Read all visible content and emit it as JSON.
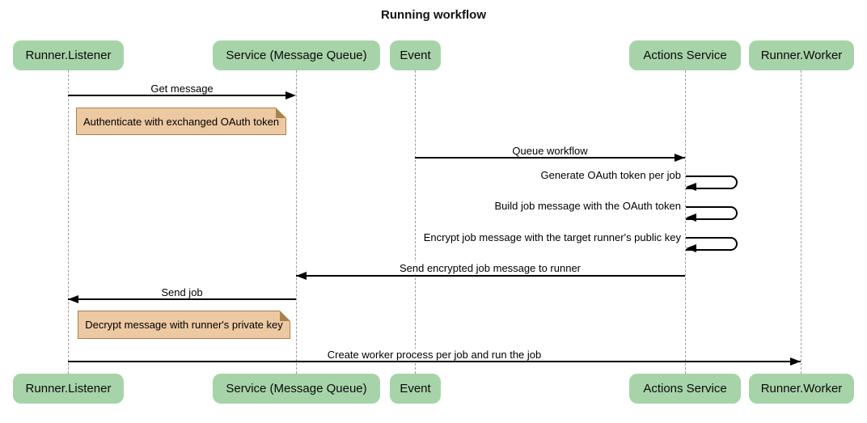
{
  "title": "Running workflow",
  "participants": [
    {
      "id": "runner-listener",
      "label": "Runner.Listener"
    },
    {
      "id": "service-mq",
      "label": "Service (Message Queue)"
    },
    {
      "id": "event",
      "label": "Event"
    },
    {
      "id": "actions-service",
      "label": "Actions Service"
    },
    {
      "id": "runner-worker",
      "label": "Runner.Worker"
    }
  ],
  "messages": {
    "get_message": {
      "label": "Get message",
      "from": "Runner.Listener",
      "to": "Service (Message Queue)"
    },
    "queue_workflow": {
      "label": "Queue workflow",
      "from": "Event",
      "to": "Actions Service"
    },
    "generate_token": {
      "label": "Generate OAuth token per job",
      "from": "Actions Service",
      "to": "Actions Service"
    },
    "build_job": {
      "label": "Build job message with the OAuth token",
      "from": "Actions Service",
      "to": "Actions Service"
    },
    "encrypt_job": {
      "label": "Encrypt job message with the target runner's public key",
      "from": "Actions Service",
      "to": "Actions Service"
    },
    "send_encrypted": {
      "label": "Send encrypted job message to runner",
      "from": "Actions Service",
      "to": "Service (Message Queue)"
    },
    "send_job": {
      "label": "Send job",
      "from": "Service (Message Queue)",
      "to": "Runner.Listener"
    },
    "create_worker": {
      "label": "Create worker process per job and run the job",
      "from": "Runner.Listener",
      "to": "Runner.Worker"
    }
  },
  "notes": {
    "authenticate": {
      "label": "Authenticate with exchanged OAuth token"
    },
    "decrypt": {
      "label": "Decrypt message with runner's private key"
    }
  },
  "colors": {
    "actor_fill": "#a7d3a9",
    "note_fill": "#edc9a3",
    "note_border": "#a8824d",
    "lifeline": "#9b9b9b",
    "line": "#000000",
    "background": "#ffffff"
  }
}
